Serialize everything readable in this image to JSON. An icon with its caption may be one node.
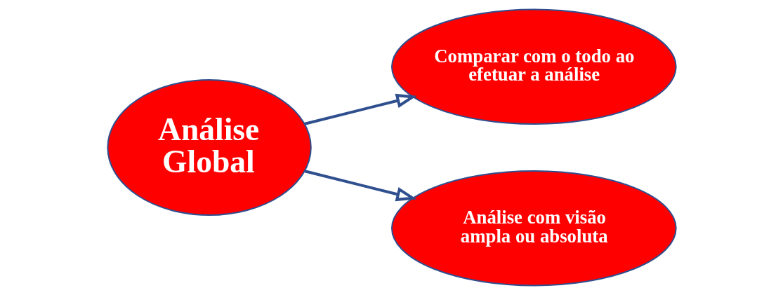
{
  "diagram": {
    "nodes": [
      {
        "text": [
          "Análise Global"
        ]
      },
      {
        "text": [
          "Comparar com o todo ao efetuar a análise"
        ]
      },
      {
        "text": [
          "Análise com visão ampla ou absoluta"
        ]
      }
    ],
    "edges": [
      {
        "from": 0,
        "to": 1,
        "arrow": "to"
      },
      {
        "from": 0,
        "to": 2,
        "arrow": "to"
      }
    ]
  }
}
